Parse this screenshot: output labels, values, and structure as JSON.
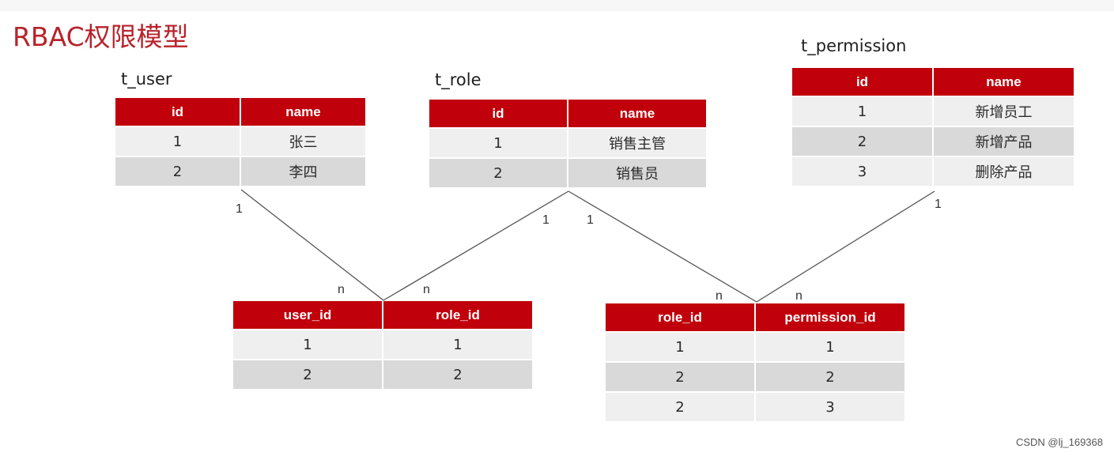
{
  "title": "RBAC权限模型",
  "watermark": "CSDN @lj_169368",
  "tables": {
    "t_user": {
      "name": "t_user",
      "headers": [
        "id",
        "name"
      ],
      "rows": [
        [
          "1",
          "张三"
        ],
        [
          "2",
          "李四"
        ]
      ]
    },
    "t_role": {
      "name": "t_role",
      "headers": [
        "id",
        "name"
      ],
      "rows": [
        [
          "1",
          "销售主管"
        ],
        [
          "2",
          "销售员"
        ]
      ]
    },
    "t_permission": {
      "name": "t_permission",
      "headers": [
        "id",
        "name"
      ],
      "rows": [
        [
          "1",
          "新增员工"
        ],
        [
          "2",
          "新增产品"
        ],
        [
          "3",
          "删除产品"
        ]
      ]
    },
    "user_role": {
      "headers": [
        "user_id",
        "role_id"
      ],
      "rows": [
        [
          "1",
          "1"
        ],
        [
          "2",
          "2"
        ]
      ]
    },
    "role_permission": {
      "headers": [
        "role_id",
        "permission_id"
      ],
      "rows": [
        [
          "1",
          "1"
        ],
        [
          "2",
          "2"
        ],
        [
          "2",
          "3"
        ]
      ]
    }
  },
  "cardinality": {
    "user_side": "1",
    "user_role_left": "n",
    "role_left": "1",
    "user_role_right": "n",
    "role_right": "1",
    "role_perm_left": "n",
    "permission_side": "1",
    "role_perm_right": "n"
  }
}
